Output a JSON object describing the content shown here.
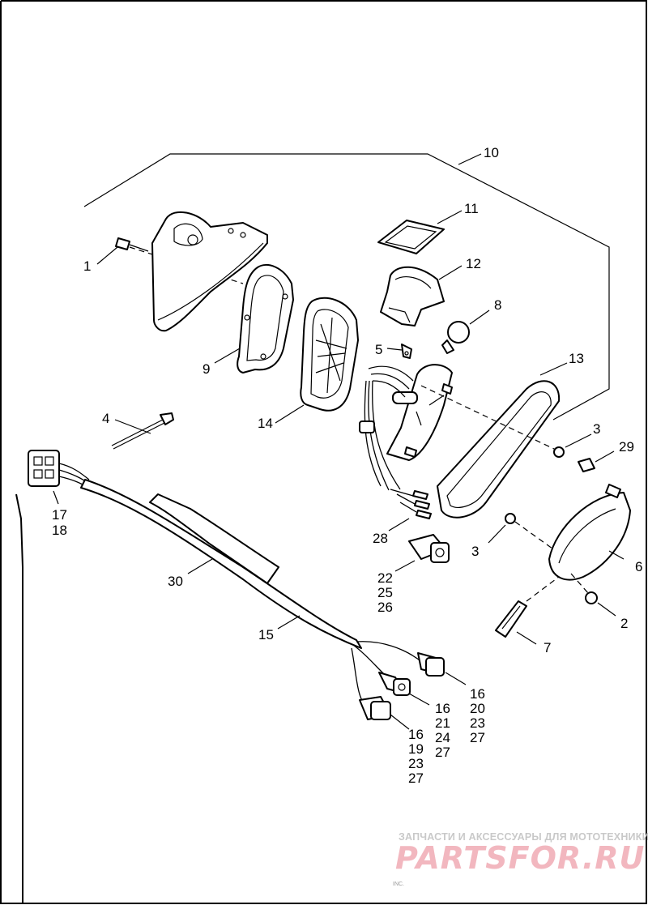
{
  "callouts": {
    "c1": "1",
    "c2": "2",
    "c3a": "3",
    "c3b": "3",
    "c4": "4",
    "c5": "5",
    "c6": "6",
    "c7": "7",
    "c8": "8",
    "c9": "9",
    "c10": "10",
    "c11": "11",
    "c12": "12",
    "c13": "13",
    "c14": "14",
    "c15": "15",
    "c16a": "16",
    "c20a": "20",
    "c23a": "23",
    "c27a": "27",
    "c16b": "16",
    "c21": "21",
    "c24": "24",
    "c27b": "27",
    "c16c": "16",
    "c19": "19",
    "c23b": "23",
    "c27c": "27",
    "c17": "17",
    "c18": "18",
    "c22": "22",
    "c25": "25",
    "c26": "26",
    "c28": "28",
    "c29": "29",
    "c30": "30"
  },
  "watermark": {
    "tagline": "ЗАПЧАСТИ И АКСЕССУАРЫ ДЛЯ МОТОТЕХНИКИ",
    "logo": "PARTSFOR.RU"
  },
  "footer": {
    "copyright": "INC."
  },
  "colors": {
    "line": "#000000",
    "background": "#ffffff",
    "watermark_gray": "#c9c9c9",
    "watermark_pink": "#f2b7bf"
  }
}
